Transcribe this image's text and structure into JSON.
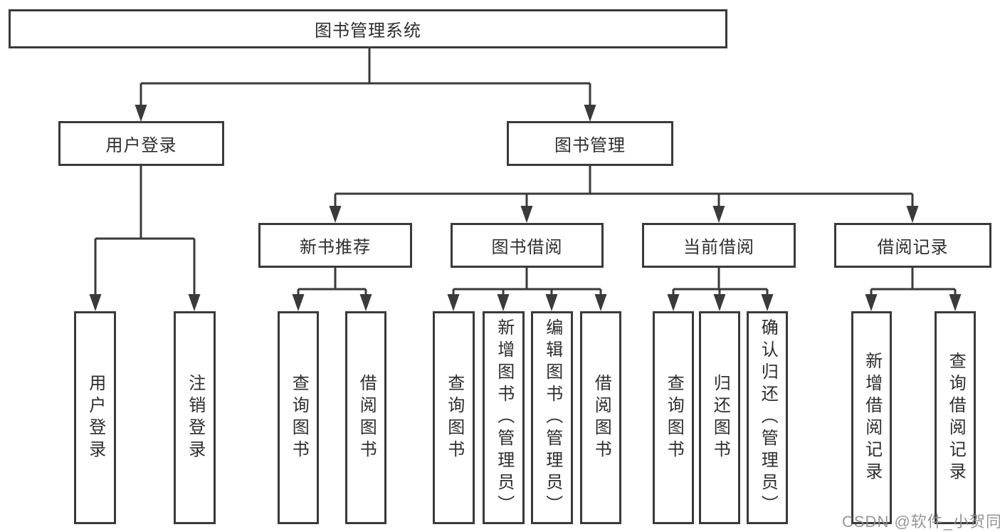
{
  "diagram": {
    "root": "图书管理系统",
    "level2": [
      "用户登录",
      "图书管理"
    ],
    "level3": [
      "新书推荐",
      "图书借阅",
      "当前借阅",
      "借阅记录"
    ],
    "leaves": {
      "user_login": [
        "用户登录",
        "注销登录"
      ],
      "new_book_recommendation": [
        "查询图书",
        "借阅图书"
      ],
      "book_borrowing": [
        "查询图书",
        "新增图书（管理员）",
        "编辑图书（管理员）",
        "借阅图书"
      ],
      "current_borrowing": [
        "查询图书",
        "归还图书",
        "确认归还（管理员）"
      ],
      "borrowing_records": [
        "新增借阅记录",
        "查询借阅记录"
      ]
    }
  },
  "watermark": "CSDN @软件_小贺同学",
  "colors": {
    "line": "#3a3a3a",
    "node_border": "#3a3a3a",
    "node_text": "#2d2d2d",
    "background": "#ffffff",
    "watermark": "#8d8d8d"
  }
}
